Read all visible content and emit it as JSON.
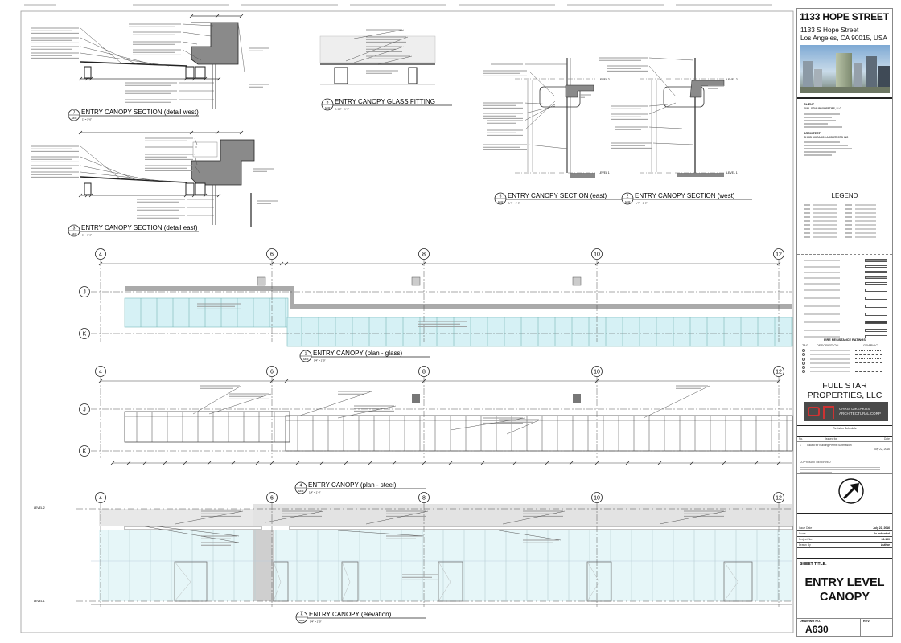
{
  "sheet": {
    "views": [
      {
        "num": "7",
        "ref": "A630",
        "title": "ENTRY CANOPY SECTION (detail west)",
        "scale": "1\" = 1'-0\""
      },
      {
        "num": "3",
        "ref": "A630",
        "title": "ENTRY CANOPY SECTION (detail east)",
        "scale": "1\" = 1'-0\""
      },
      {
        "num": "5",
        "ref": "A630",
        "title": "ENTRY CANOPY GLASS FITTING",
        "scale": "1 1/2\" = 1'-0\""
      },
      {
        "num": "6",
        "ref": "A630",
        "title": "ENTRY CANOPY SECTION (east)",
        "scale": "1/4\" = 1'-0\""
      },
      {
        "num": "2",
        "ref": "A630",
        "title": "ENTRY CANOPY SECTION (west)",
        "scale": "1/4\" = 1'-0\""
      },
      {
        "num": "1",
        "ref": "A630",
        "title": "ENTRY CANOPY (plan - glass)",
        "scale": "1/4\" = 1'-0\""
      },
      {
        "num": "4",
        "ref": "A630",
        "title": "ENTRY CANOPY (plan - steel)",
        "scale": "1/4\" = 1'-0\""
      },
      {
        "num": "5",
        "ref": "A630",
        "title": "ENTRY CANOPY (elevation)",
        "scale": "1/4\" = 1'-0\""
      }
    ],
    "grid_columns": [
      "4",
      "6",
      "8",
      "10",
      "12"
    ],
    "grid_rows": [
      "J",
      "K"
    ],
    "levels": {
      "level2": "LEVEL 2",
      "level1": "LEVEL 1"
    }
  },
  "title_block": {
    "project": "1133 HOPE STREET",
    "address_line1": "1133 S Hope Street",
    "address_line2": "Los Angeles, CA 90015, USA",
    "client_label": "CLIENT",
    "client_name": "FULL STAR PROPERTIES, LLC",
    "architect_label": "ARCHITECT",
    "architect_name": "CHRIS DIKEAKOS ARCHITECTS INC",
    "legend_title": "LEGEND",
    "fire_title": "FIRE RESISTANCE RATINGS",
    "fire_headers": [
      "TAG",
      "DESCRIPTION",
      "GRAPHIC"
    ],
    "owner": "FULL STAR PROPERTIES, LLC",
    "architect_logo": "CHRIS DIKEAKOS ARCHITECTURAL CORP",
    "revision_title": "Revision Schedule",
    "revision_headers": [
      "No.",
      "Issued for",
      "Date"
    ],
    "revisions": [
      {
        "no": "1",
        "desc": "Issued for Building Permit Submission",
        "date": "July 22, 2016"
      }
    ],
    "copyright_label": "COPYRIGHT RESERVED",
    "info": [
      {
        "label": "Issue Date",
        "value": "July 22, 2016"
      },
      {
        "label": "Scale",
        "value": "As indicated"
      },
      {
        "label": "Project No.",
        "value": "06-190"
      },
      {
        "label": "Drawn By",
        "value": "Author"
      }
    ],
    "sheet_title_label": "SHEET TITLE:",
    "sheet_title_line1": "ENTRY LEVEL",
    "sheet_title_line2": "CANOPY",
    "drawing_no_label": "DRAWING NO.",
    "drawing_no": "A630",
    "rev_label": "REV."
  },
  "colors": {
    "glass": "#d6f1f5",
    "concrete": "#8a8a8a",
    "line": "#222222"
  }
}
